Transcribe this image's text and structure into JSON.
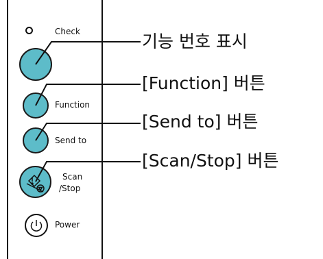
{
  "panel": {
    "check_label": "Check",
    "function_label": "Function",
    "send_to_label": "Send to",
    "scan_label_line1": "Scan",
    "scan_label_line2": "/Stop",
    "power_label": "Power"
  },
  "callouts": {
    "function_number_display": "기능 번호 표시",
    "function_button": "[Function] 버튼",
    "send_to_button": "[Send to] 버튼",
    "scan_stop_button": "[Scan/Stop] 버튼"
  },
  "colors": {
    "button_fill": "#5dbcc9",
    "outline": "#111111"
  },
  "icons": {
    "scan": "scan-stop-icon",
    "power": "power-icon",
    "check": "check-led-icon"
  }
}
